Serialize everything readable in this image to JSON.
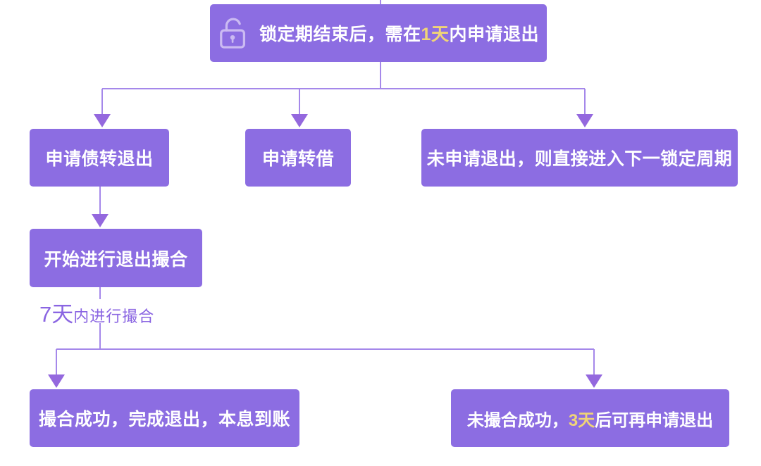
{
  "palette": {
    "box_fill": "#8c6de2",
    "line_color": "#a588ea",
    "arrow_color": "#9468de",
    "text_color": "#ffffff",
    "highlight_color": "#f0d477",
    "label_color": "#8a65e2",
    "icon_color": "#cbbaf2",
    "background": "#ffffff"
  },
  "icons": {
    "title_lock": "unlocked-padlock"
  },
  "flow": {
    "title_node": {
      "prefix": "锁定期结束后，需在",
      "highlight": "1天",
      "suffix": "内申请退出"
    },
    "branches": [
      {
        "label": "申请债转退出"
      },
      {
        "label": "申请转借"
      },
      {
        "label": "未申请退出，则直接进入下一锁定周期"
      }
    ],
    "match_node": {
      "label": "开始进行退出撮合"
    },
    "edge_label": {
      "big": "7天",
      "small": "内进行撮合"
    },
    "success_node": {
      "label": "撮合成功，完成退出，本息到账"
    },
    "fail_node": {
      "prefix": "未撮合成功，",
      "highlight": "3天",
      "suffix": "后可再申请退出"
    }
  }
}
